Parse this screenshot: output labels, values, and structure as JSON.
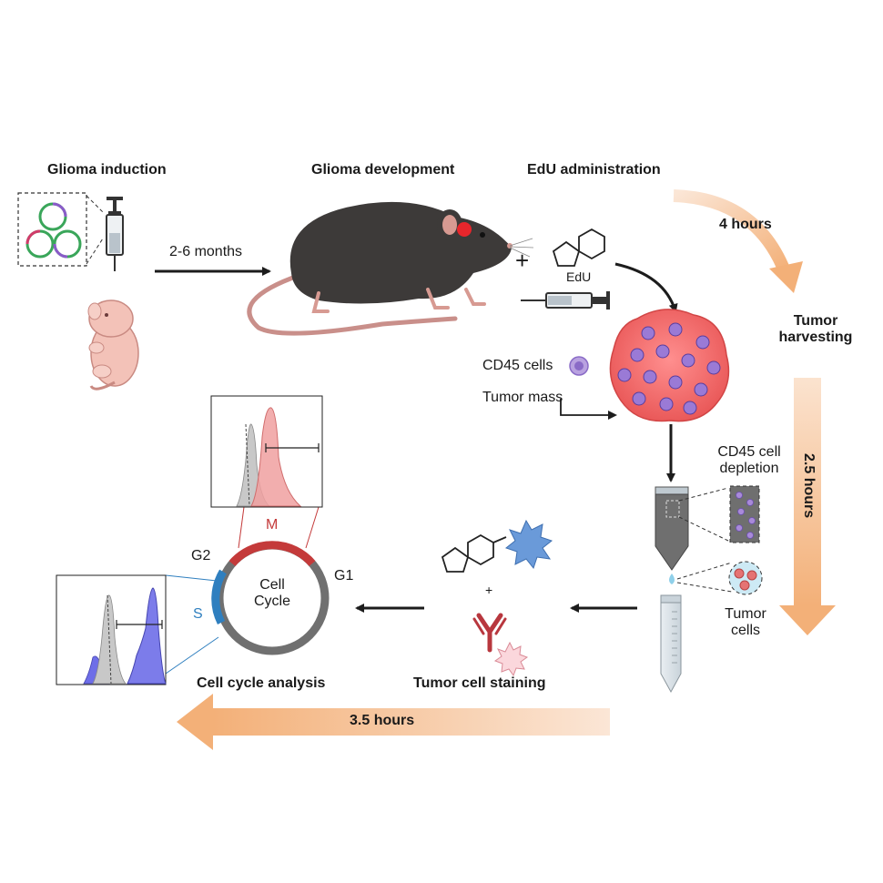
{
  "steps": {
    "glioma_induction": "Glioma induction",
    "glioma_development": "Glioma development",
    "edu_administration": "EdU administration",
    "tumor_harvesting_line1": "Tumor",
    "tumor_harvesting_line2": "harvesting",
    "tumor_cell_staining": "Tumor cell staining",
    "cell_cycle_analysis": "Cell cycle analysis"
  },
  "durations": {
    "induction_to_development": "2-6 months",
    "edu_to_harvest": "4 hours",
    "harvest_to_depletion": "2.5 hours",
    "total_processing": "3.5 hours"
  },
  "labels": {
    "plus": "+",
    "edu": "EdU",
    "cd45_cells": "CD45 cells",
    "tumor_mass": "Tumor mass",
    "cd45_depletion_line1": "CD45 cell",
    "cd45_depletion_line2": "depletion",
    "tumor_cells_line1": "Tumor",
    "tumor_cells_line2": "cells",
    "staining_plus": "+"
  },
  "cell_cycle": {
    "center_line1": "Cell",
    "center_line2": "Cycle",
    "phase_g1": "G1",
    "phase_g2": "G2",
    "phase_m": "M",
    "phase_s": "S"
  },
  "colors": {
    "dark_arrow": "#1c1c1c",
    "orange_arrow": "#f0b07a",
    "mouse_body": "#3d3a39",
    "tumor_red": "#f06a6a",
    "cell_purple": "#8a6bc7",
    "histogram_pink": "#f0a0a0",
    "histogram_blue": "#6e6ee8",
    "histogram_grey": "#c8c8c8",
    "cycle_grey": "#707070",
    "cycle_red": "#c43a3a",
    "cycle_blue": "#2f7fbf",
    "antibody_red": "#b8373e",
    "fluor_blue": "#6a9ad9"
  },
  "icons": [
    "plasmid-icon",
    "syringe-icon",
    "pup-icon",
    "mouse-icon",
    "edu-molecule-icon",
    "tumor-icon",
    "cd45-cell-icon",
    "centrifuge-tube-icon",
    "conical-tube-icon",
    "droplet-icon",
    "histogram-icon",
    "antibody-icon",
    "fluorophore-icon"
  ]
}
